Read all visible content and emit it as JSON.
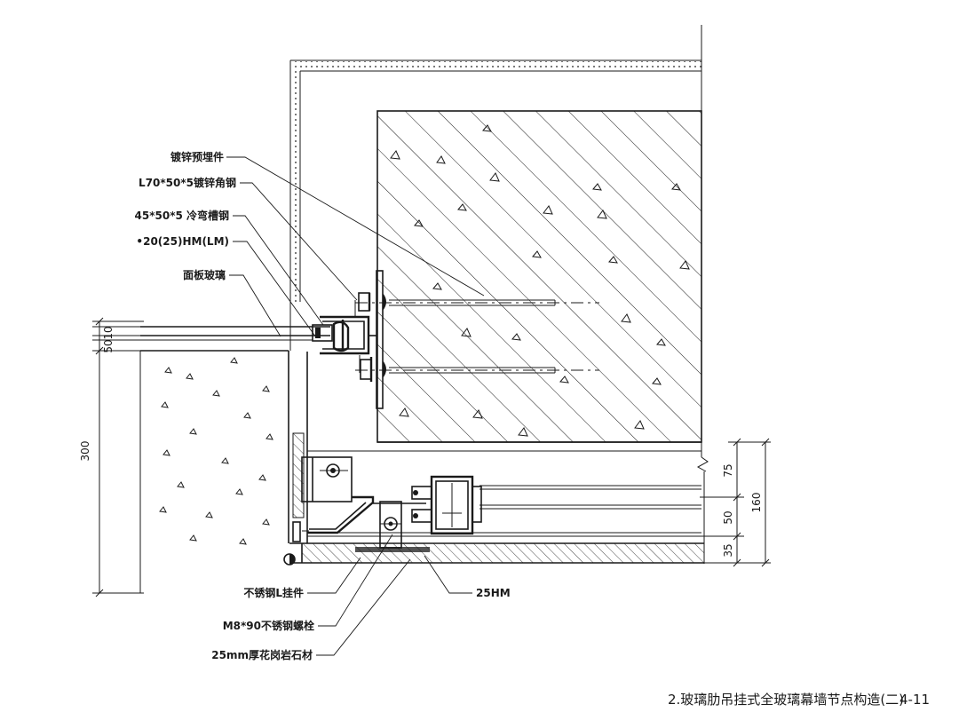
{
  "labels": {
    "embed_plate": "镀锌预埋件",
    "angle_steel": "L70*50*5镀锌角钢",
    "channel_steel": "45*50*5 冷弯槽钢",
    "sealant": "•20(25)HM(LM)",
    "face_glass": "面板玻璃",
    "l_hanger": "不锈钢L挂件",
    "bolt": "M8*90不锈钢螺栓",
    "granite": "25mm厚花岗岩石材",
    "hm25": "25HM"
  },
  "dimensions": {
    "left_10": "10",
    "left_50": "50",
    "left_300": "300",
    "right_75": "75",
    "right_50": "50",
    "right_35": "35",
    "right_160": "160"
  },
  "caption": {
    "title": "2.玻璃肋吊挂式全玻璃幕墙节点构造(二)",
    "page": "4-11"
  }
}
